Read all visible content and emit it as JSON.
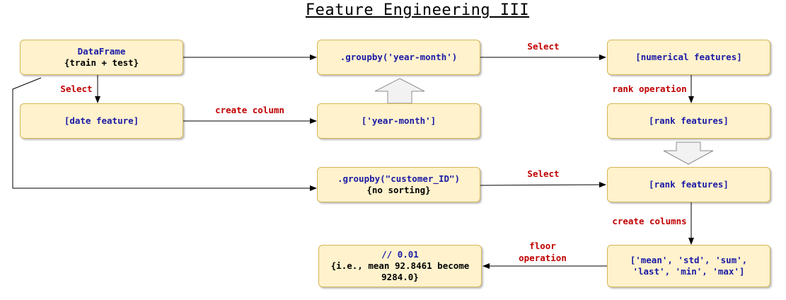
{
  "title": "Feature Engineering III",
  "boxes": {
    "dataframe": {
      "line1": "DataFrame",
      "line2": "{train + test}"
    },
    "groupby_year_month": {
      "line1": ".groupby('year-month')"
    },
    "numerical_features": {
      "line1": "[numerical features]"
    },
    "date_feature": {
      "line1": "[date feature]"
    },
    "year_month": {
      "line1": "['year-month']"
    },
    "rank_features_1": {
      "line1": "[rank features]"
    },
    "groupby_customer": {
      "line1": ".groupby(\"customer_ID\")",
      "line2": "{no sorting}"
    },
    "rank_features_2": {
      "line1": "[rank features]"
    },
    "aggregations": {
      "line1": "['mean', 'std', 'sum',",
      "line2": "'last', 'min', 'max']"
    },
    "floor_result": {
      "line1": "// 0.01",
      "line2": "{i.e., mean 92.8461 become",
      "line3": "9284.0}"
    }
  },
  "labels": {
    "select_top": "Select",
    "select_left": "Select",
    "create_column": "create column",
    "rank_operation": "rank operation",
    "select_middle": "Select",
    "create_columns": "create columns",
    "floor_line1": "floor",
    "floor_line2": "operation"
  },
  "colors": {
    "box_fill": "#fff2cc",
    "box_border": "#d6b656",
    "label_red": "#c00000",
    "text_blue": "#1a1aa6",
    "block_arrow_fill": "#f2f2f2"
  }
}
